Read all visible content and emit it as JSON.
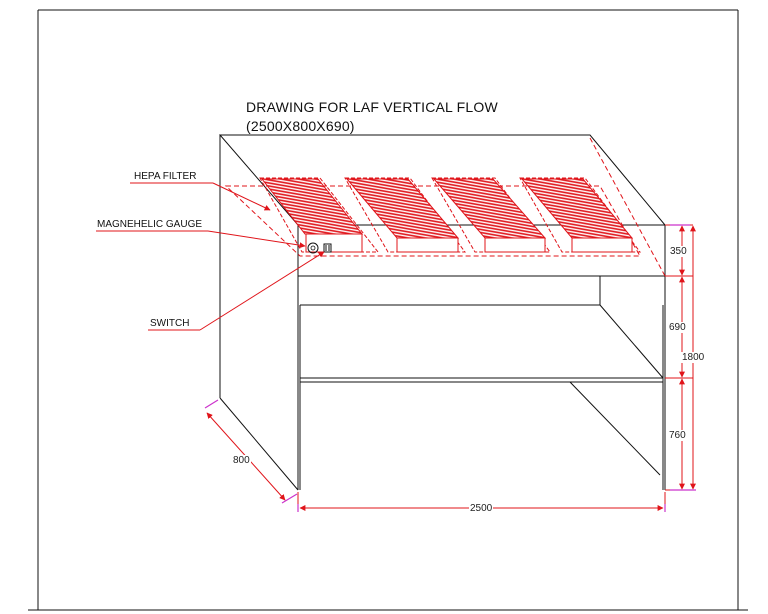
{
  "title": {
    "line1": "DRAWING FOR LAF VERTICAL FLOW",
    "line2": "(2500X800X690)"
  },
  "labels": {
    "hepa_filter": "HEPA FILTER",
    "magnehelic_gauge": "MAGNEHELIC GAUGE",
    "switch": "SWITCH"
  },
  "dimensions": {
    "hood_height": "350",
    "work_zone_height": "690",
    "overall_height": "1800",
    "leg_height": "760",
    "width": "2500",
    "depth": "800"
  },
  "colors": {
    "outline": "#111111",
    "leader_red": "#e0141a",
    "filter_fill": "#e8262b",
    "dimension_tick": "#cc33cc"
  }
}
